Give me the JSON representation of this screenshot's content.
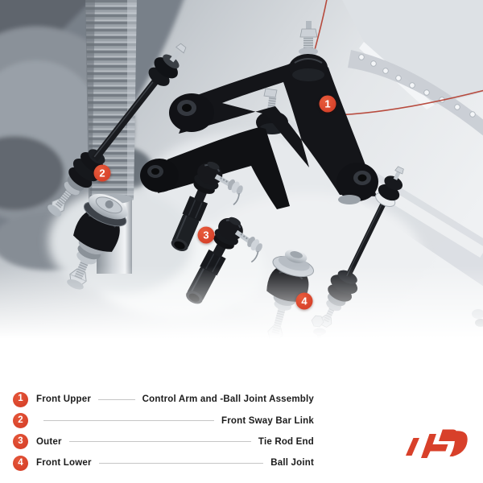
{
  "colors": {
    "accent": "#d8432b",
    "logo": "#d8402a",
    "callout_arc": "#b23a2b"
  },
  "items": [
    {
      "number": "1",
      "left": "Front Upper",
      "right": "Control Arm and -Ball Joint Assembly"
    },
    {
      "number": "2",
      "left": "",
      "right": "Front Sway Bar Link"
    },
    {
      "number": "3",
      "left": "Outer",
      "right": "Tie Rod End"
    },
    {
      "number": "4",
      "left": "Front Lower",
      "right": "Ball Joint"
    }
  ]
}
